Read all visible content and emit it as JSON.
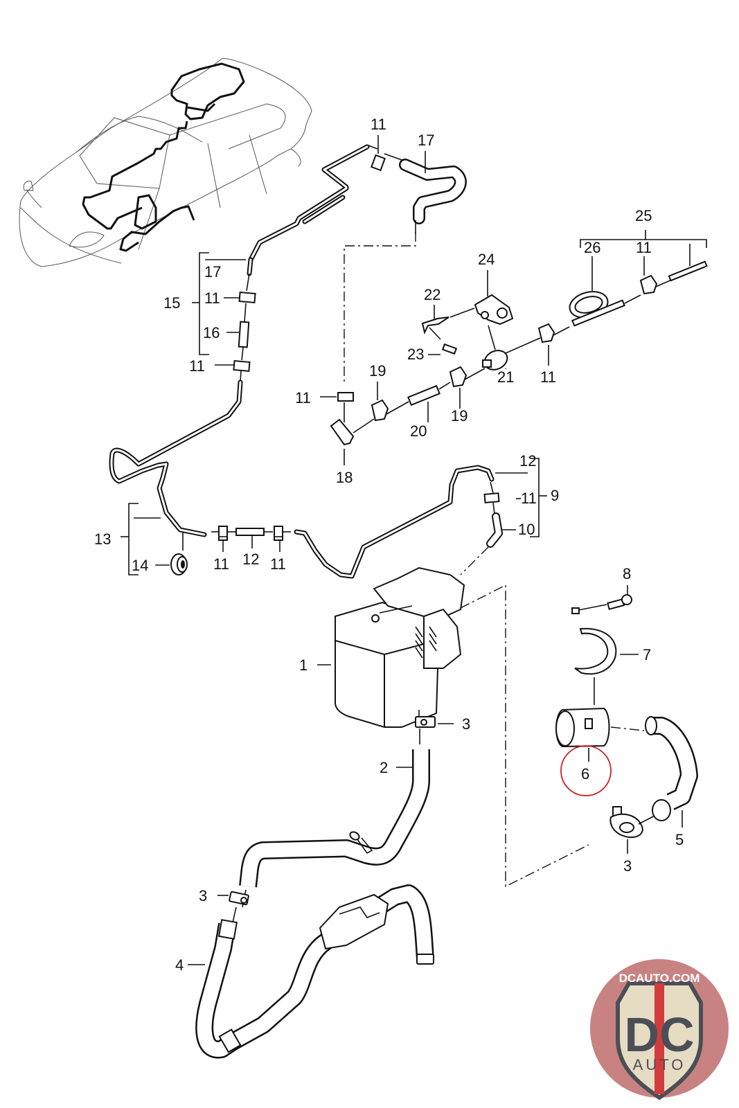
{
  "diagram": {
    "title": "Auxiliary heater / fuel supply exploded parts diagram",
    "highlight_color": "#cc2222",
    "highlighted_part": "6",
    "callouts": {
      "p1": "1",
      "p2": "2",
      "p3a": "3",
      "p3b": "3",
      "p3c": "3",
      "p4": "4",
      "p5": "5",
      "p6": "6",
      "p7": "7",
      "p8": "8",
      "p9": "9",
      "p10": "10",
      "p11a": "11",
      "p11b": "11",
      "p11c": "11",
      "p11d": "11",
      "p11e": "11",
      "p11f": "11",
      "p11g": "11",
      "p11h": "11",
      "p11i": "11",
      "p12a": "12",
      "p12b": "12",
      "p13": "13",
      "p14": "14",
      "p15": "15",
      "p16": "16",
      "p17a": "17",
      "p17b": "17",
      "p18": "18",
      "p19a": "19",
      "p19b": "19",
      "p20": "20",
      "p21": "21",
      "p22": "22",
      "p23": "23",
      "p24": "24",
      "p25": "25",
      "p26": "26"
    }
  },
  "watermark": {
    "top_text": "DCAUTO.COM",
    "logo_letters": "DC",
    "bottom_text": "AUTO",
    "colors": {
      "badge_bg": "#c98282",
      "shield_fill": "#e6dcc3",
      "shield_border": "#4a4f57",
      "letters": "#4a4f57",
      "stripe": "#d23c3c"
    }
  }
}
